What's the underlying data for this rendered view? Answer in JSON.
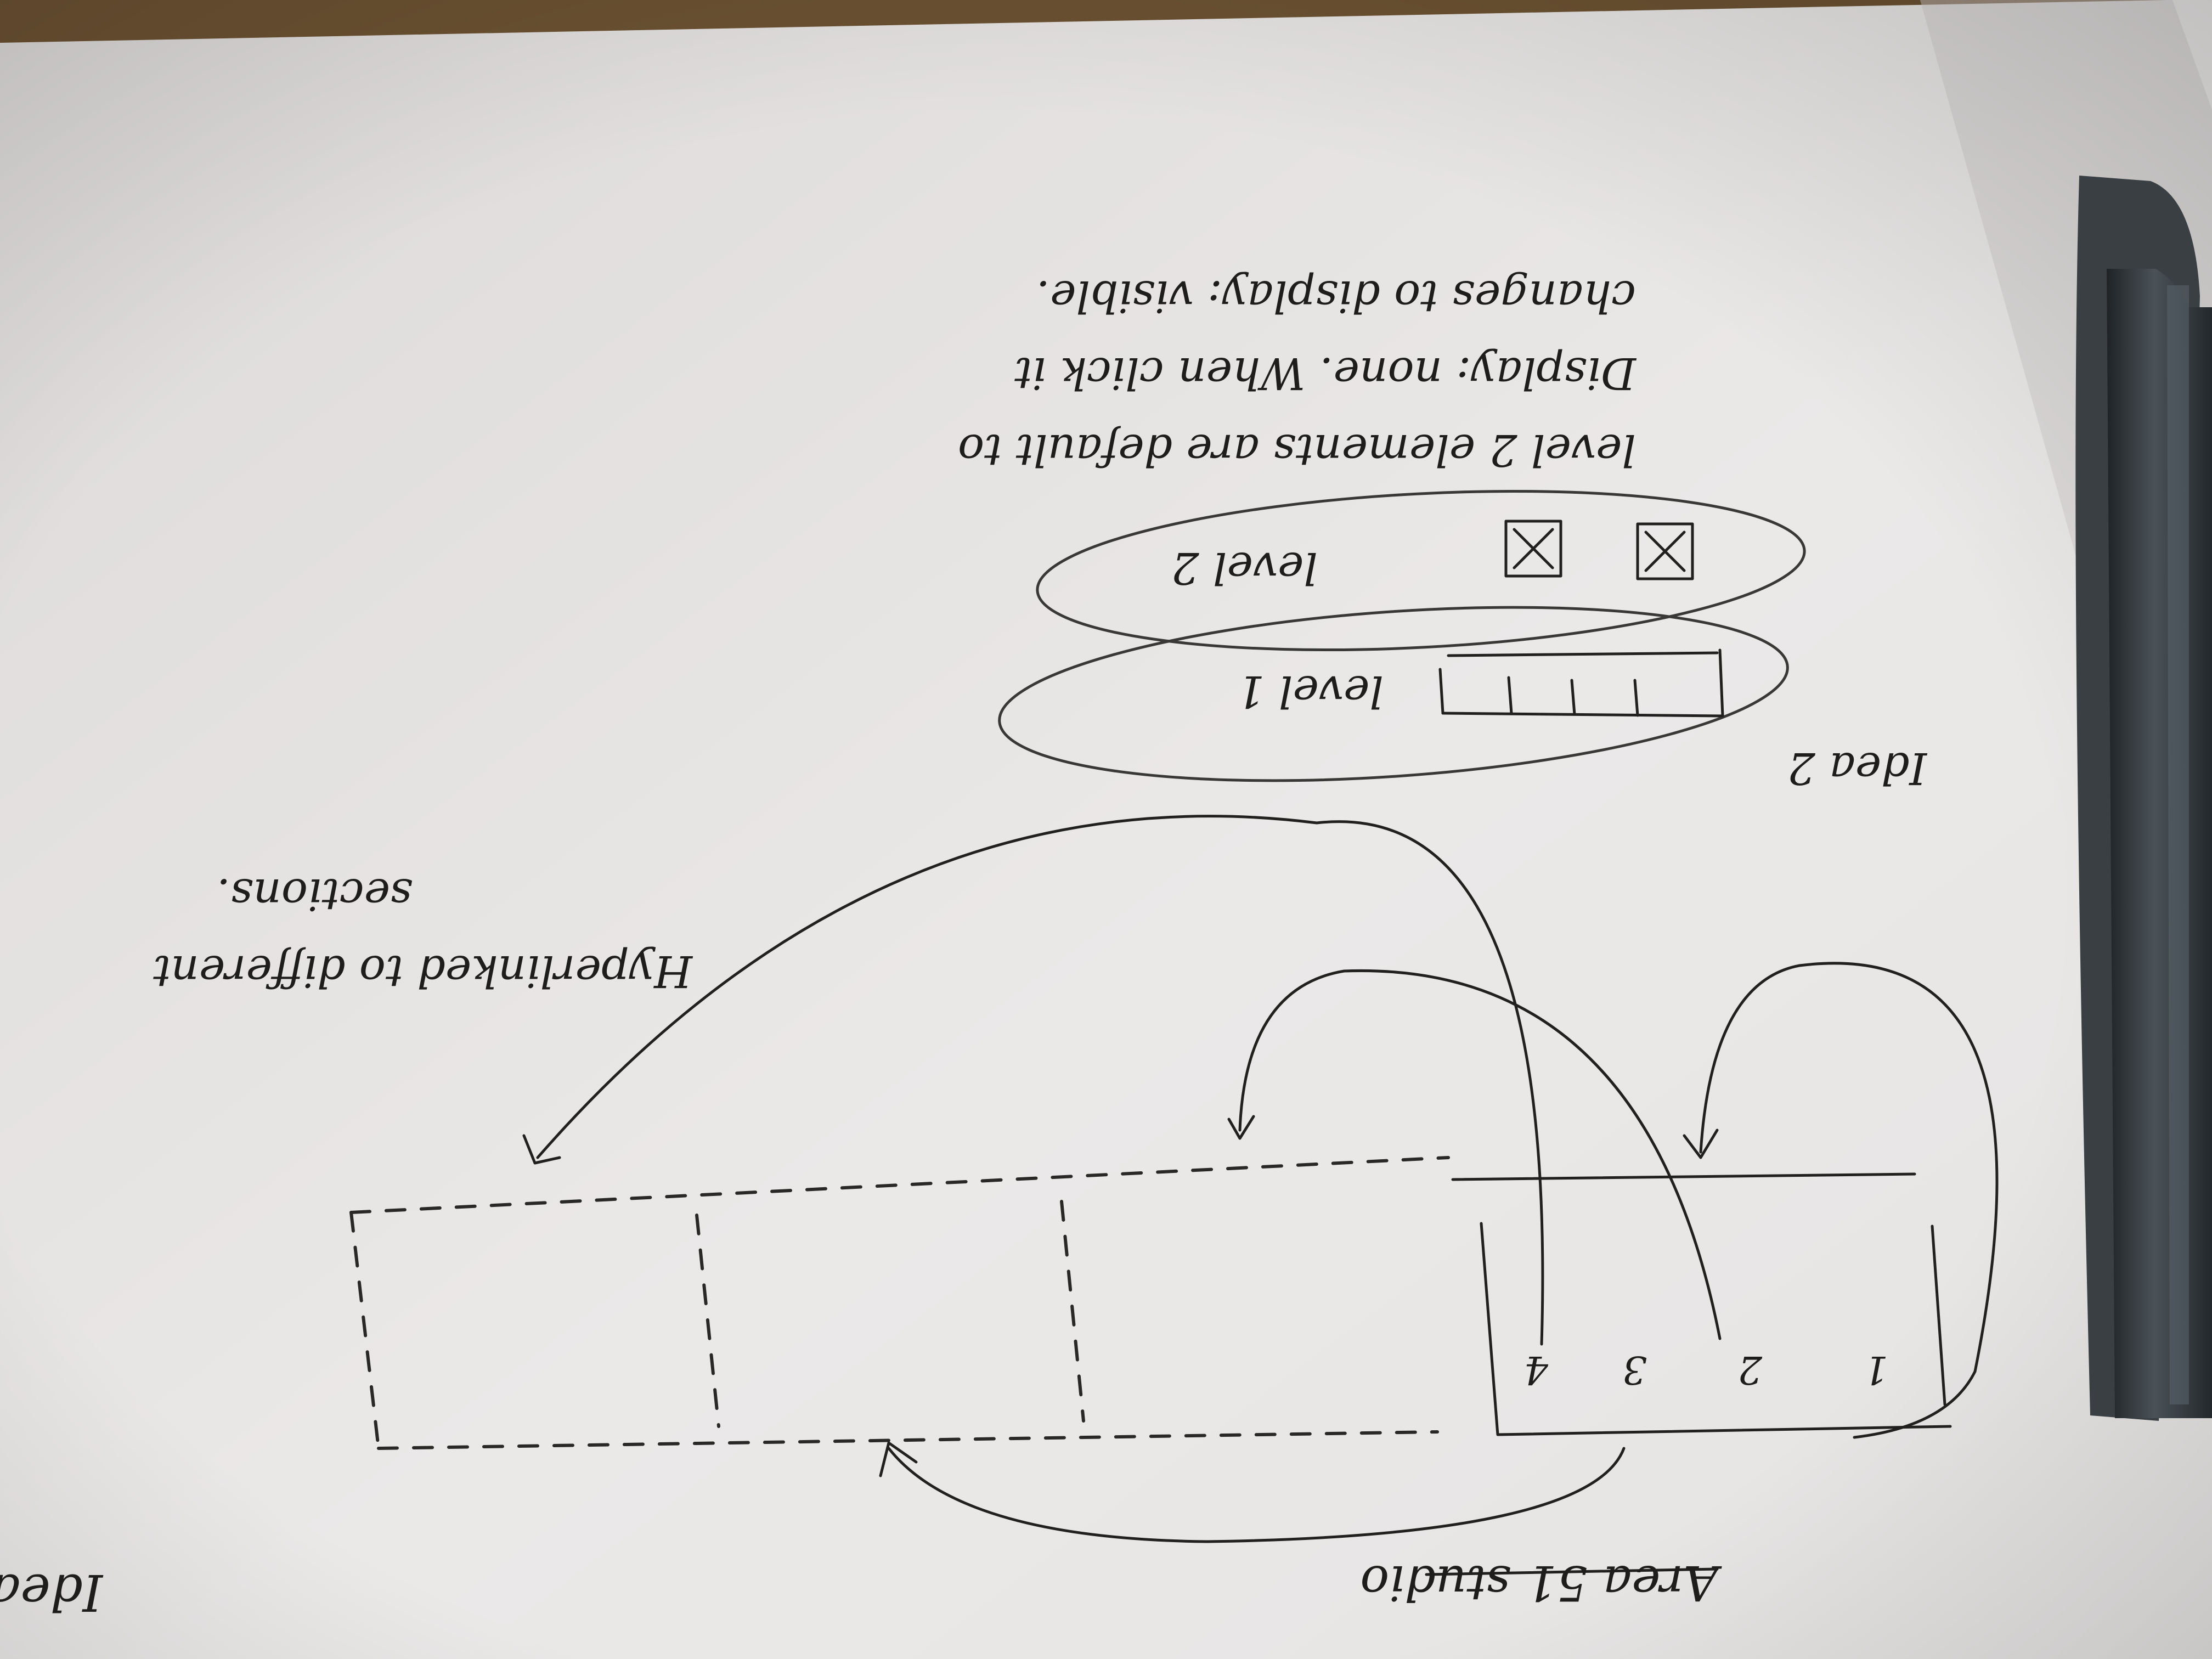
{
  "sketch": {
    "title_line1": "Ideal",
    "title_line2": "Area 51 studio",
    "tab_labels": [
      "1",
      "2",
      "3",
      "4"
    ],
    "hyperlink_note_line1": "Hyperlinked to different",
    "hyperlink_note_line2": "sections.",
    "idea_label": "Idea 2",
    "level1_label": "level 1",
    "level2_label": "level 2",
    "note_line1": "level 2 elements are default to",
    "note_line2": "Display: none. When click it",
    "note_line3": "changes to display: visible."
  },
  "colors": {
    "paper": "#e9e7e6",
    "ink": "#22201f",
    "table": "#6b5132",
    "pen": "#2c3135"
  },
  "objects": {
    "pen": "pen",
    "paper": "paper-sheet"
  }
}
